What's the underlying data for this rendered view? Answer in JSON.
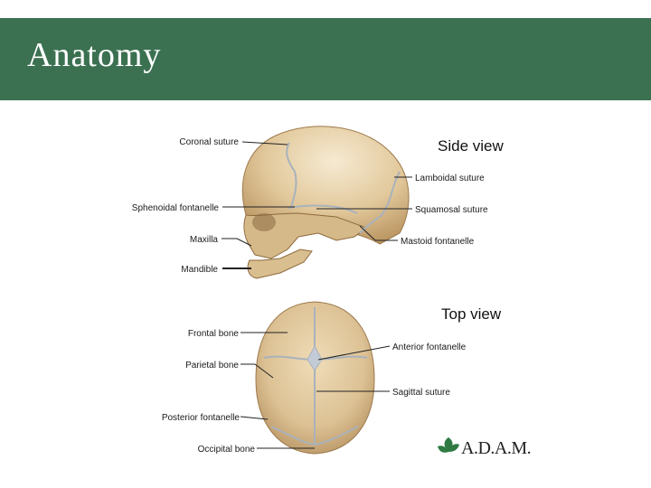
{
  "slide": {
    "title": "Anatomy"
  },
  "figure": {
    "side_view": {
      "heading": "Side view",
      "labels": {
        "coronal_suture": "Coronal suture",
        "sphenoidal_fontanelle": "Sphenoidal fontanelle",
        "maxilla": "Maxilla",
        "mandible": "Mandible",
        "lamboidal_suture": "Lamboidal suture",
        "squamosal_suture": "Squamosal suture",
        "mastoid_fontanelle": "Mastoid fontanelle"
      }
    },
    "top_view": {
      "heading": "Top view",
      "labels": {
        "frontal_bone": "Frontal bone",
        "parietal_bone": "Parietal bone",
        "posterior_fontanelle": "Posterior fontanelle",
        "occipital_bone": "Occipital bone",
        "anterior_fontanelle": "Anterior fontanelle",
        "sagittal_suture": "Sagittal suture"
      }
    },
    "logo_text": "A.D.A.M."
  },
  "colors": {
    "title_bar": "#3b7151",
    "bone": "#e2c99c",
    "bone_shade": "#c7a575"
  }
}
